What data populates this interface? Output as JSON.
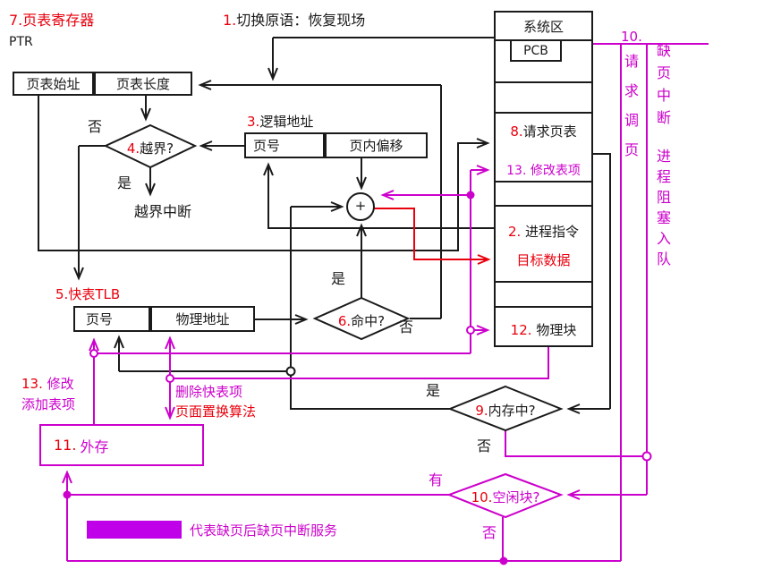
{
  "colors": {
    "red": "#e8000d",
    "magenta": "#cc00cc",
    "black": "#1a1a1a",
    "legend_fill": "#bf00e8"
  },
  "page_table_register": {
    "num": "7.",
    "title": "页表寄存器",
    "sub": "PTR",
    "start_label": "页表始址",
    "length_label": "页表长度"
  },
  "switch_primitive": {
    "num": "1.",
    "text": "切换原语：恢复现场"
  },
  "system_area": {
    "title": "系统区",
    "pcb": "PCB",
    "request_page_table": {
      "num": "8.",
      "text": "请求页表"
    },
    "modify_entry": {
      "num": "13.",
      "text": "修改表项"
    },
    "process_instruction": {
      "num": "2.",
      "text": "进程指令"
    },
    "target_data": "目标数据",
    "physical_block": {
      "num": "12.",
      "text": "物理块"
    }
  },
  "logical_address": {
    "num": "3.",
    "title": "逻辑地址",
    "page_no": "页号",
    "offset": "页内偏移"
  },
  "bounds_check": {
    "num": "4.",
    "text": "越界?",
    "no": "否",
    "yes": "是",
    "interrupt": "越界中断"
  },
  "tlb": {
    "num": "5.",
    "title": "快表TLB",
    "page_no": "页号",
    "phys_addr": "物理地址"
  },
  "hit_check": {
    "num": "6.",
    "text": "命中?",
    "yes": "是",
    "no": "否"
  },
  "adder": "+",
  "memory_check": {
    "num": "9.",
    "text": "内存中?",
    "yes": "是",
    "no": "否"
  },
  "free_block_check": {
    "num": "10.",
    "text": "空闲块?",
    "yes": "有",
    "no": "否"
  },
  "request_paging": {
    "num": "10.",
    "text": "请求调页"
  },
  "page_fault": {
    "line1": "缺页中断",
    "line2": "进程阻塞入队"
  },
  "modify_add_entry": {
    "num": "13.",
    "line1": "修改",
    "line2": "添加表项"
  },
  "tlb_evict": {
    "delete": "删除快表项",
    "algorithm": "页面置换算法"
  },
  "external_storage": {
    "num": "11.",
    "text": "外存"
  },
  "legend": {
    "text": "代表缺页后缺页中断服务"
  }
}
